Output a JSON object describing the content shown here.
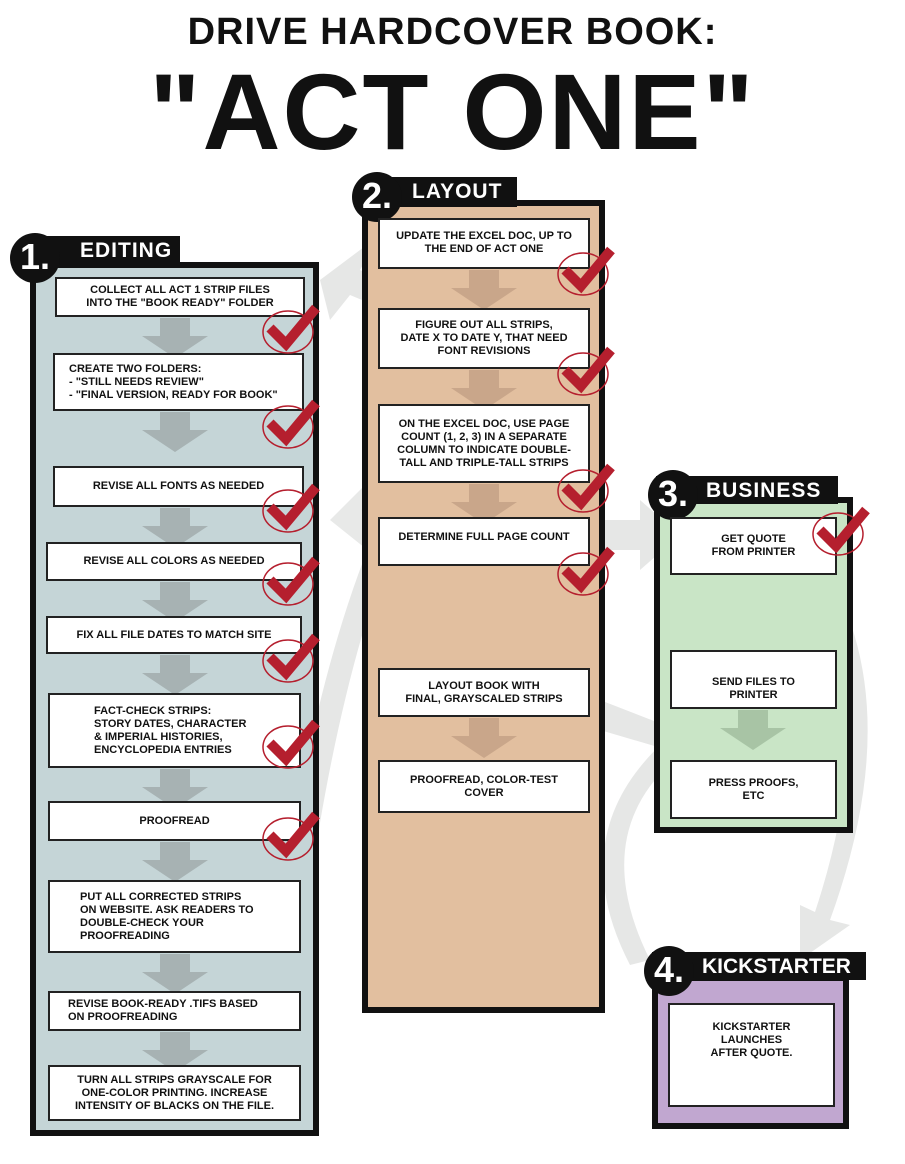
{
  "title": {
    "line1": "DRIVE HARDCOVER BOOK:",
    "line2": "\"ACT ONE\""
  },
  "colors": {
    "editing": "#c5d5d7",
    "layout": "#e2bf9f",
    "business": "#c9e5c6",
    "kickstarter": "#c1a7d0",
    "check": "#b51f2e",
    "bg_arrow": "#e6e7e6"
  },
  "sections": {
    "editing": {
      "number": "1.",
      "label": "EDITING",
      "steps": [
        {
          "text": "Collect all Act 1 strip files\ninto the \"Book Ready\" folder",
          "done": true
        },
        {
          "text": "Create two folders:\n- \"Still needs review\"\n- \"Final version, ready for book\"",
          "done": true
        },
        {
          "text": "Revise all fonts as needed",
          "done": true
        },
        {
          "text": "Revise all colors as needed",
          "done": true
        },
        {
          "text": "Fix all file dates to match site",
          "done": true
        },
        {
          "text": "Fact-check strips:\nstory dates, character\n& Imperial histories,\nencyclopedia entries",
          "done": true
        },
        {
          "text": "Proofread",
          "done": true
        },
        {
          "text": "Put all corrected strips\non website. Ask readers to\ndouble-check your\nproofreading",
          "done": false
        },
        {
          "text": "Revise book-ready .tifs based\non proofreading",
          "done": false
        },
        {
          "text": "Turn all strips grayscale for\none-color printing. Increase\nintensity of blacks on the file.",
          "done": false
        }
      ]
    },
    "layout": {
      "number": "2.",
      "label": "LAYOUT",
      "steps": [
        {
          "text": "Update the Excel doc, up to\nthe end of Act One",
          "done": true
        },
        {
          "text": "Figure out all strips,\ndate X to date Y, that need\nfont revisions",
          "done": true
        },
        {
          "text": "On the Excel doc, use page\ncount (1, 2, 3) in a separate\ncolumn to indicate double-\ntall and triple-tall strips",
          "done": true
        },
        {
          "text": "Determine full page count",
          "done": true
        },
        {
          "text": "Layout book with\nfinal, grayscaled strips",
          "done": false
        },
        {
          "text": "Proofread, color-test\ncover",
          "done": false
        }
      ]
    },
    "business": {
      "number": "3.",
      "label": "BUSINESS",
      "steps": [
        {
          "text": "Get quote\nfrom printer",
          "done": true
        },
        {
          "text": "Send files to\nprinter",
          "done": false
        },
        {
          "text": "Press proofs,\netc",
          "done": false
        }
      ]
    },
    "kickstarter": {
      "number": "4.",
      "label": "KICKSTARTER",
      "steps": [
        {
          "text": "Kickstarter\nlaunches\nafter quote.",
          "done": false
        }
      ]
    }
  }
}
